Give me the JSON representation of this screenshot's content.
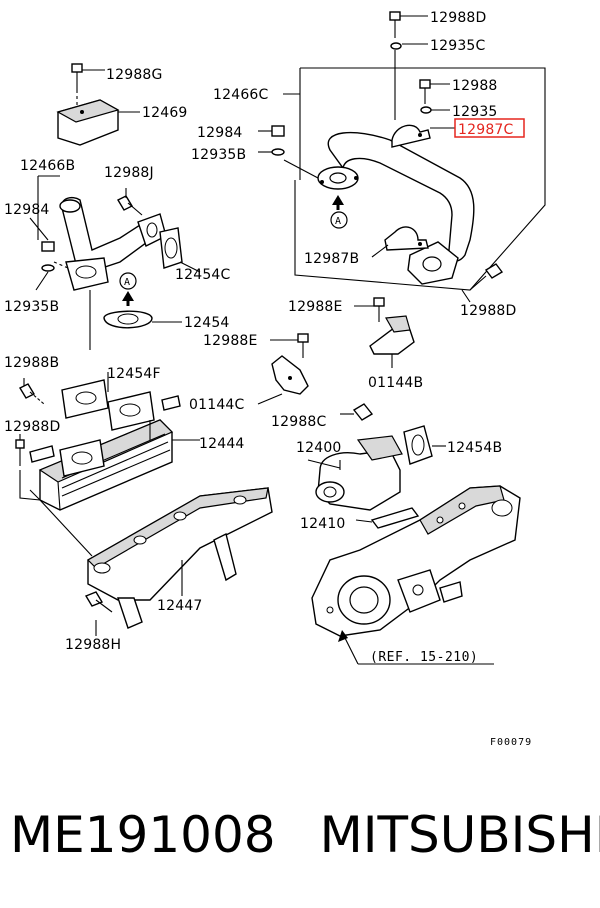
{
  "labels": {
    "c12988D_top": "12988D",
    "c12935C_top": "12935C",
    "c12988G": "12988G",
    "c12469": "12469",
    "c12466C": "12466C",
    "c12988": "12988",
    "c12935": "12935",
    "c12987C": "12987C",
    "c12984_right": "12984",
    "c12935B_right": "12935B",
    "c12466B": "12466B",
    "c12988J": "12988J",
    "c12984_left": "12984",
    "c12454C": "12454C",
    "c12987B": "12987B",
    "c12935B_left": "12935B",
    "c12988D_right": "12988D",
    "c12988E_mid": "12988E",
    "c12454": "12454",
    "c12988E": "12988E",
    "c01144B": "01144B",
    "c12988B": "12988B",
    "c12454F": "12454F",
    "c01144C": "01144C",
    "c12988D_left": "12988D",
    "c12988C": "12988C",
    "c12444": "12444",
    "c12400": "12400",
    "c12454B": "12454B",
    "c12410": "12410",
    "c12447": "12447",
    "c12988H": "12988H",
    "ref": "(REF. 15-210)",
    "view_a": "A",
    "figure_code": "F00079"
  },
  "highlight_color": "#e5261f",
  "highlighted_label": "12987C",
  "footer": {
    "part_number": "ME191008",
    "brand": "MITSUBISHI"
  }
}
